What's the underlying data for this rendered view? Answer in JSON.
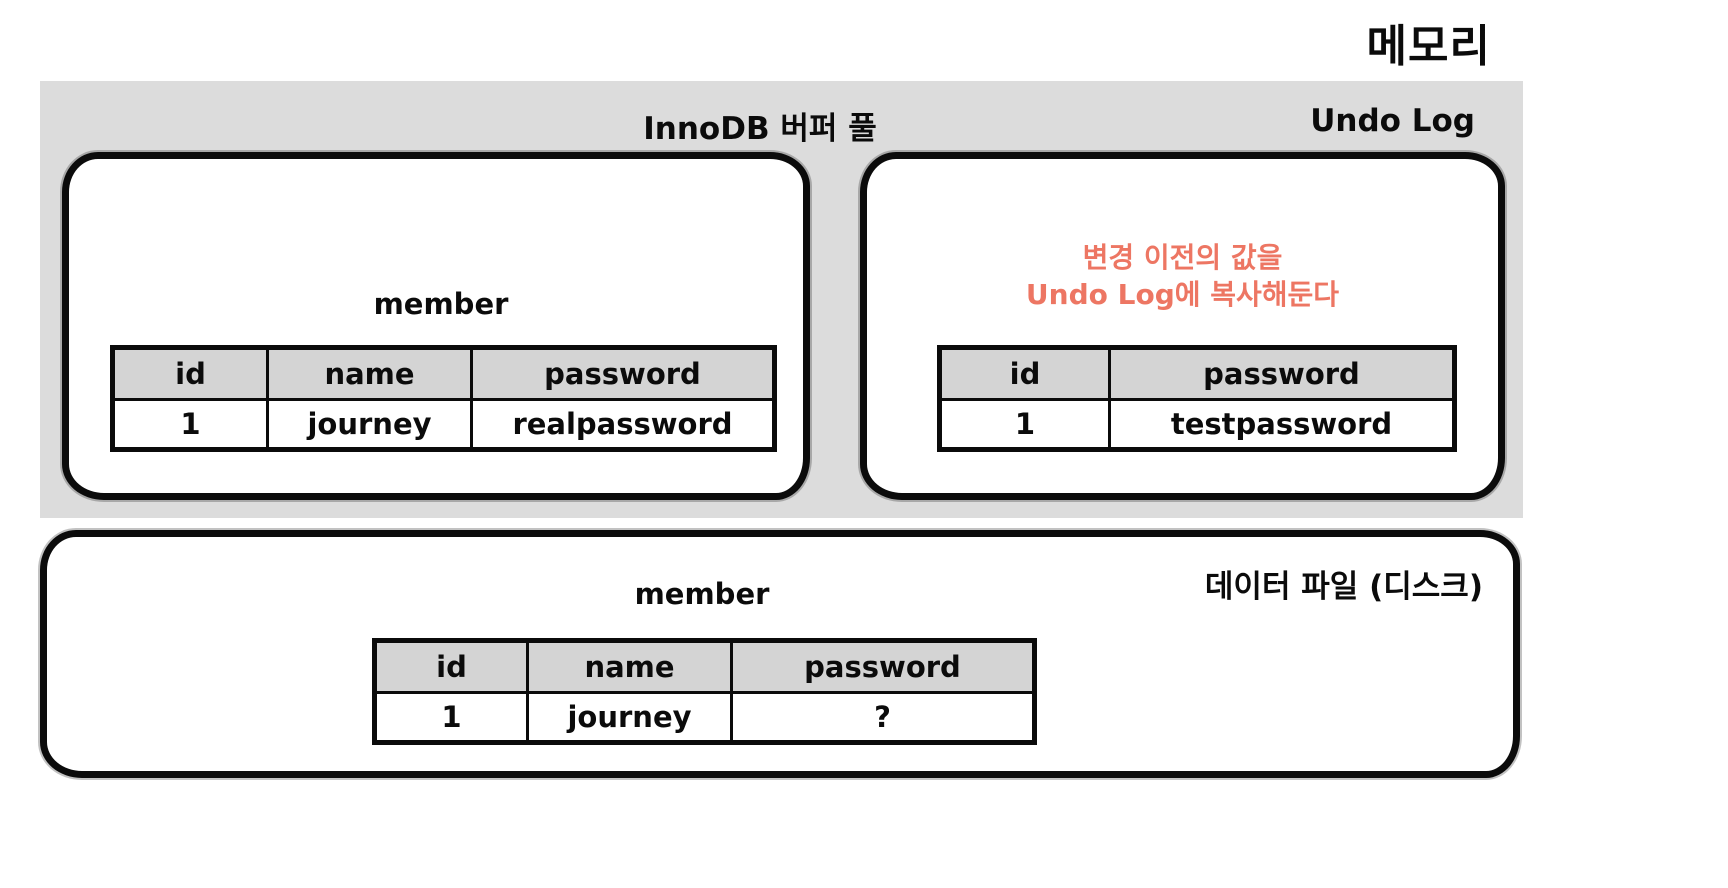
{
  "page": {
    "title": "메모리"
  },
  "memory": {
    "buffer_pool": {
      "label": "InnoDB 버퍼 풀",
      "table": {
        "title": "member",
        "headers": [
          "id",
          "name",
          "password"
        ],
        "rows": [
          [
            "1",
            "journey",
            "realpassword"
          ]
        ]
      }
    },
    "undo_log": {
      "label": "Undo Log",
      "note_line1": "변경 이전의 값을",
      "note_line2": "Undo Log에 복사해둔다",
      "table": {
        "headers": [
          "id",
          "password"
        ],
        "rows": [
          [
            "1",
            "testpassword"
          ]
        ]
      }
    }
  },
  "disk": {
    "label": "데이터 파일 (디스크)",
    "table": {
      "title": "member",
      "headers": [
        "id",
        "name",
        "password"
      ],
      "rows": [
        [
          "1",
          "journey",
          "?"
        ]
      ]
    }
  },
  "colors": {
    "memory_region_bg": "#dcdcdc",
    "table_header_bg": "#d4d4d4",
    "undo_note_text": "#ed7663",
    "border": "#0b0b0b"
  }
}
